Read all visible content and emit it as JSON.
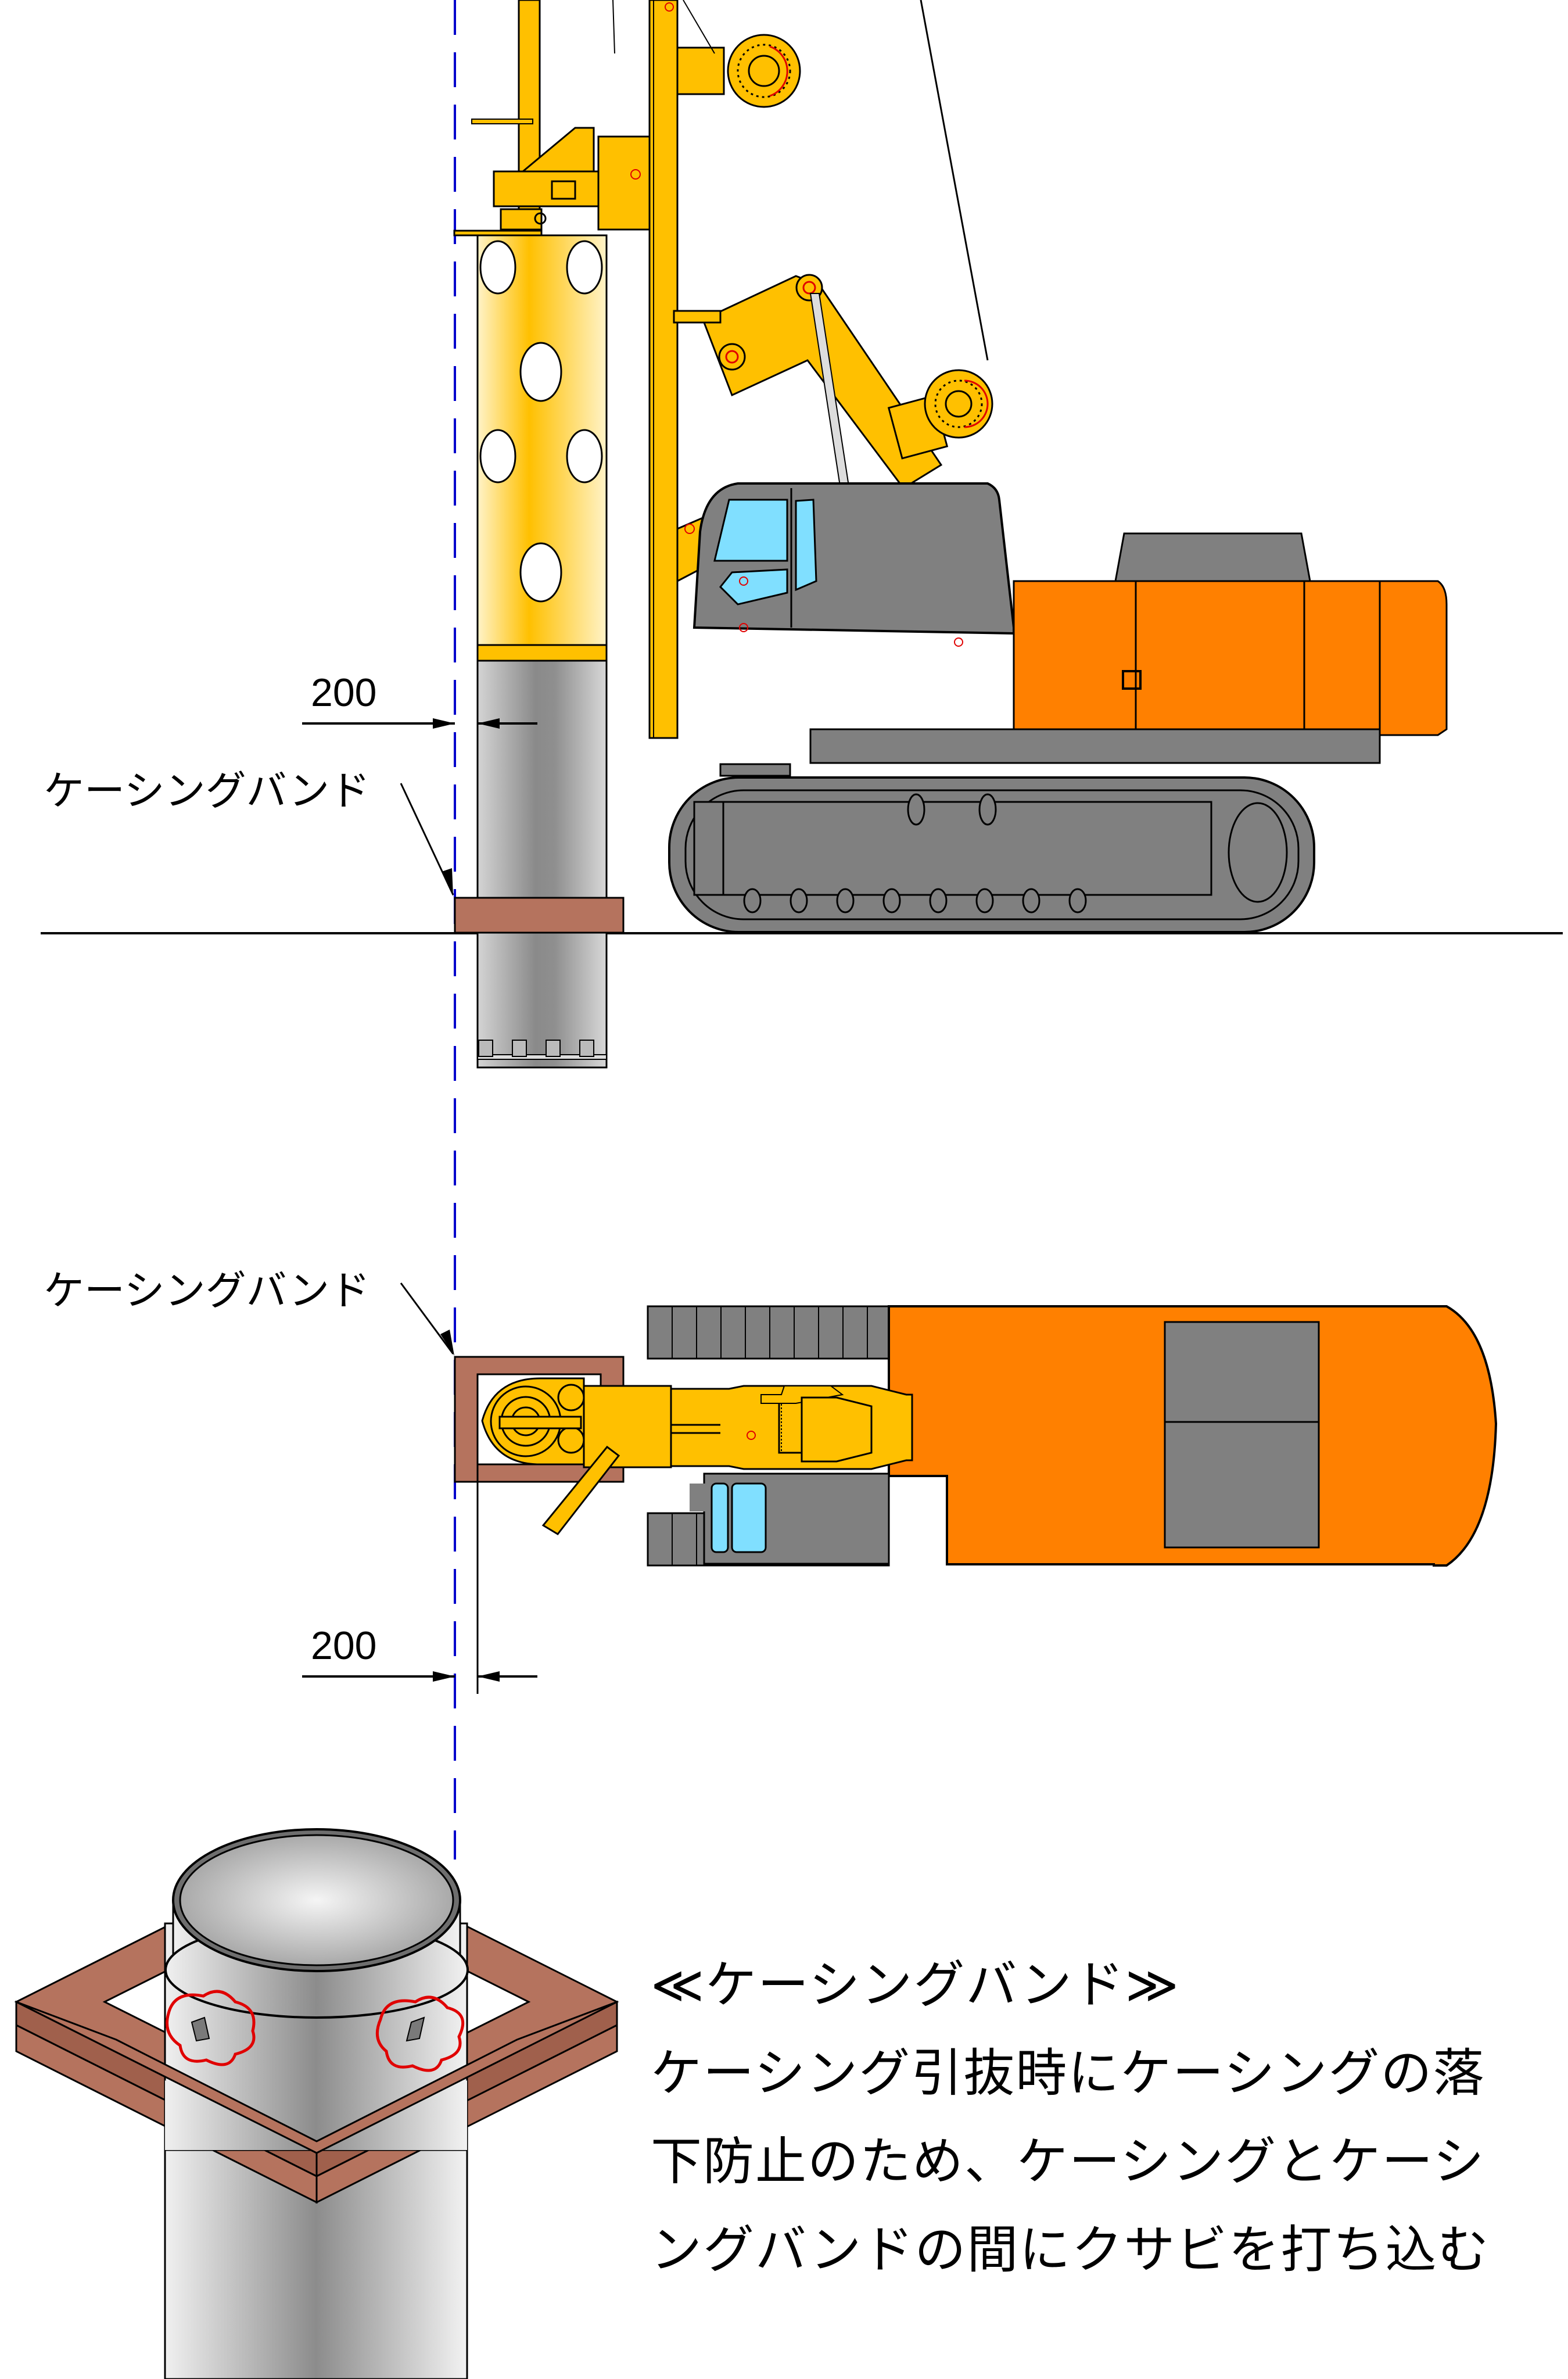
{
  "side_view": {
    "dimension_label": "200",
    "callout_label": "ケーシングバンド"
  },
  "plan_view": {
    "dimension_label": "200",
    "callout_label": "ケーシングバンド"
  },
  "description": {
    "title": "≪ケーシングバンド≫",
    "lines": [
      "ケーシング引抜時にケーシングの落",
      "下防止のため、ケーシングとケーシ",
      "ングバンドの間にクサビを打ち込む"
    ]
  },
  "colors": {
    "machine_yellow": "#FFC000",
    "body_orange": "#FF8000",
    "track_gray": "#808080",
    "cab_glass": "#80DFFF",
    "casing_band": "#B5735E",
    "centerline_blue": "#0000CC",
    "highlight_red": "#E00000"
  }
}
